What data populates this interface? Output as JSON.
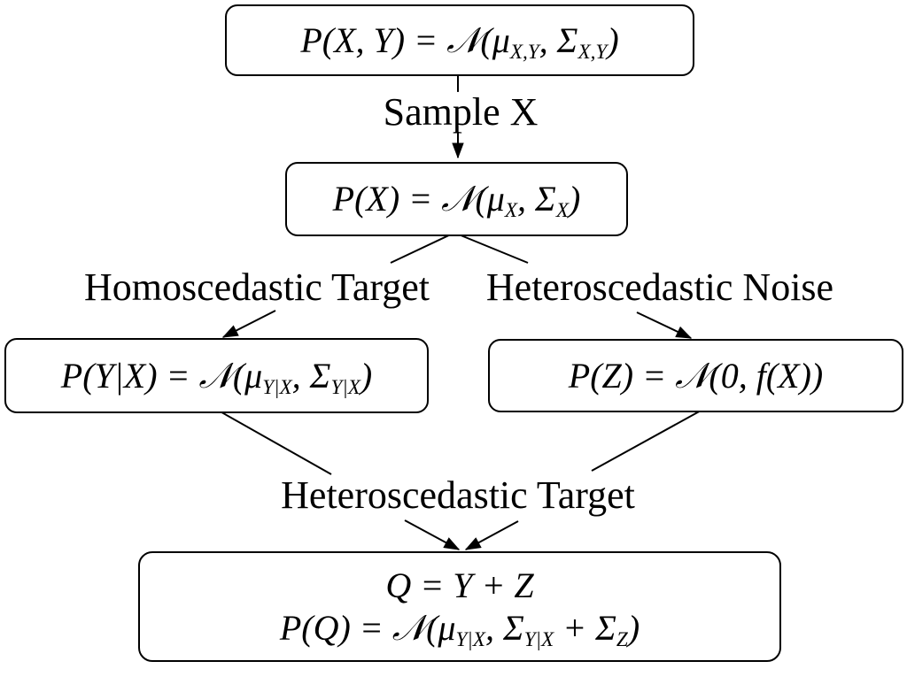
{
  "diagram": {
    "title": "Heteroscedastic target construction flow",
    "colors": {
      "background": "#ffffff",
      "stroke": "#000000",
      "text": "#000000"
    },
    "nodes": {
      "joint": {
        "parts": [
          "P(X, Y) = 𝒩(μ",
          "X,Y",
          ", Σ",
          "X,Y",
          ")"
        ]
      },
      "marginal": {
        "parts": [
          "P(X) = 𝒩(μ",
          "X",
          ", Σ",
          "X",
          ")"
        ]
      },
      "conditional": {
        "parts": [
          "P(Y|X) = 𝒩(μ",
          "Y|X",
          ", Σ",
          "Y|X",
          ")"
        ]
      },
      "noise": {
        "parts": [
          "P(Z) = 𝒩(0, f(X))"
        ]
      },
      "target": {
        "line1_parts": [
          "Q = Y + Z"
        ],
        "line2_parts": [
          "P(Q) = 𝒩(μ",
          "Y|X",
          ", Σ",
          "Y|X",
          " + Σ",
          "Z",
          ")"
        ]
      }
    },
    "edge_labels": {
      "sample_x": "Sample X",
      "homoscedastic_target": "Homoscedastic Target",
      "heteroscedastic_noise": "Heteroscedastic Noise",
      "heteroscedastic_target": "Heteroscedastic Target"
    }
  }
}
